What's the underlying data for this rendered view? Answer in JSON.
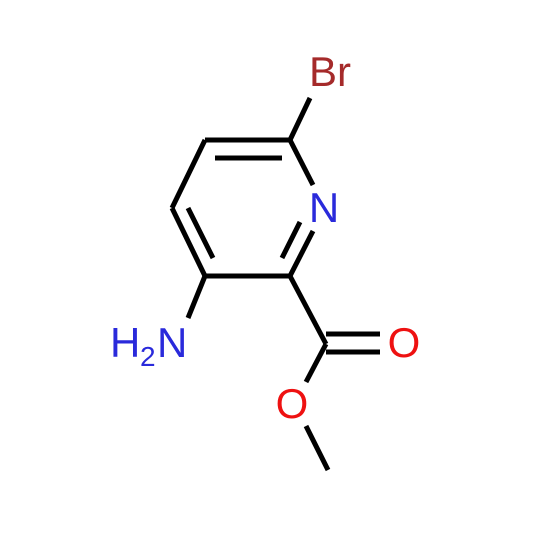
{
  "molecule": {
    "atoms": {
      "bromine": {
        "symbol": "Br",
        "color": "#a52a2a"
      },
      "ring_nitrogen": {
        "symbol": "N",
        "color": "#2a2adb"
      },
      "amino": {
        "h": "H",
        "subscript": "2",
        "n": "N",
        "color": "#2a2adb"
      },
      "carbonyl_oxygen": {
        "symbol": "O",
        "color": "#ee1111"
      },
      "ester_oxygen": {
        "symbol": "O",
        "color": "#ee1111"
      }
    },
    "bond_color": "#000000"
  }
}
